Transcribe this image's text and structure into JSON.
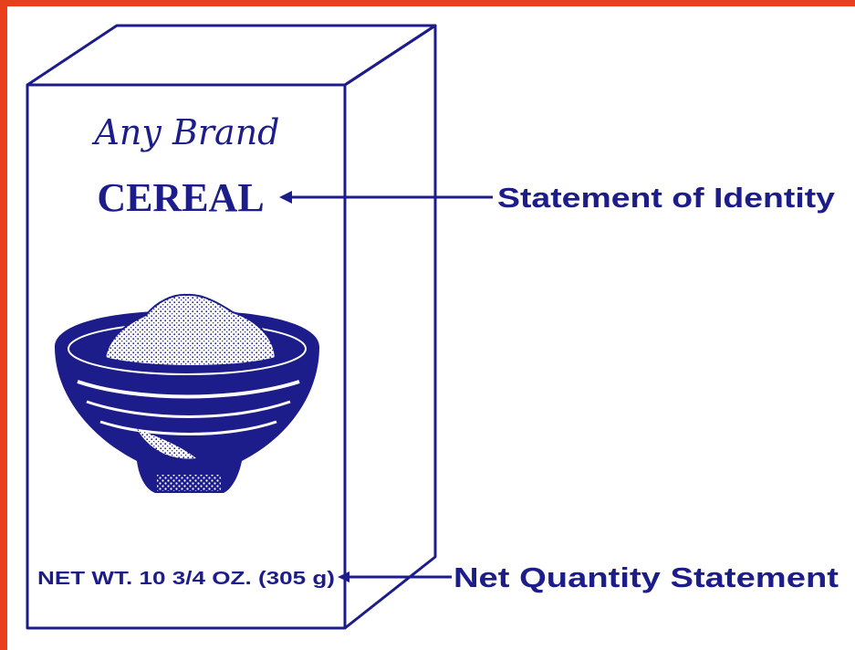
{
  "colors": {
    "ink": "#1c1c8a",
    "frame": "#e8401c",
    "background": "#ffffff",
    "speckle": "#ffffff"
  },
  "box": {
    "brand_text": "Any Brand",
    "product_text": "CEREAL",
    "net_weight_text": "NET WT. 10 3/4 OZ. (305 g)"
  },
  "callouts": {
    "identity_label": "Statement of Identity",
    "net_quantity_label": "Net Quantity Statement"
  },
  "icons": {
    "bowl": "cereal-bowl-icon"
  }
}
